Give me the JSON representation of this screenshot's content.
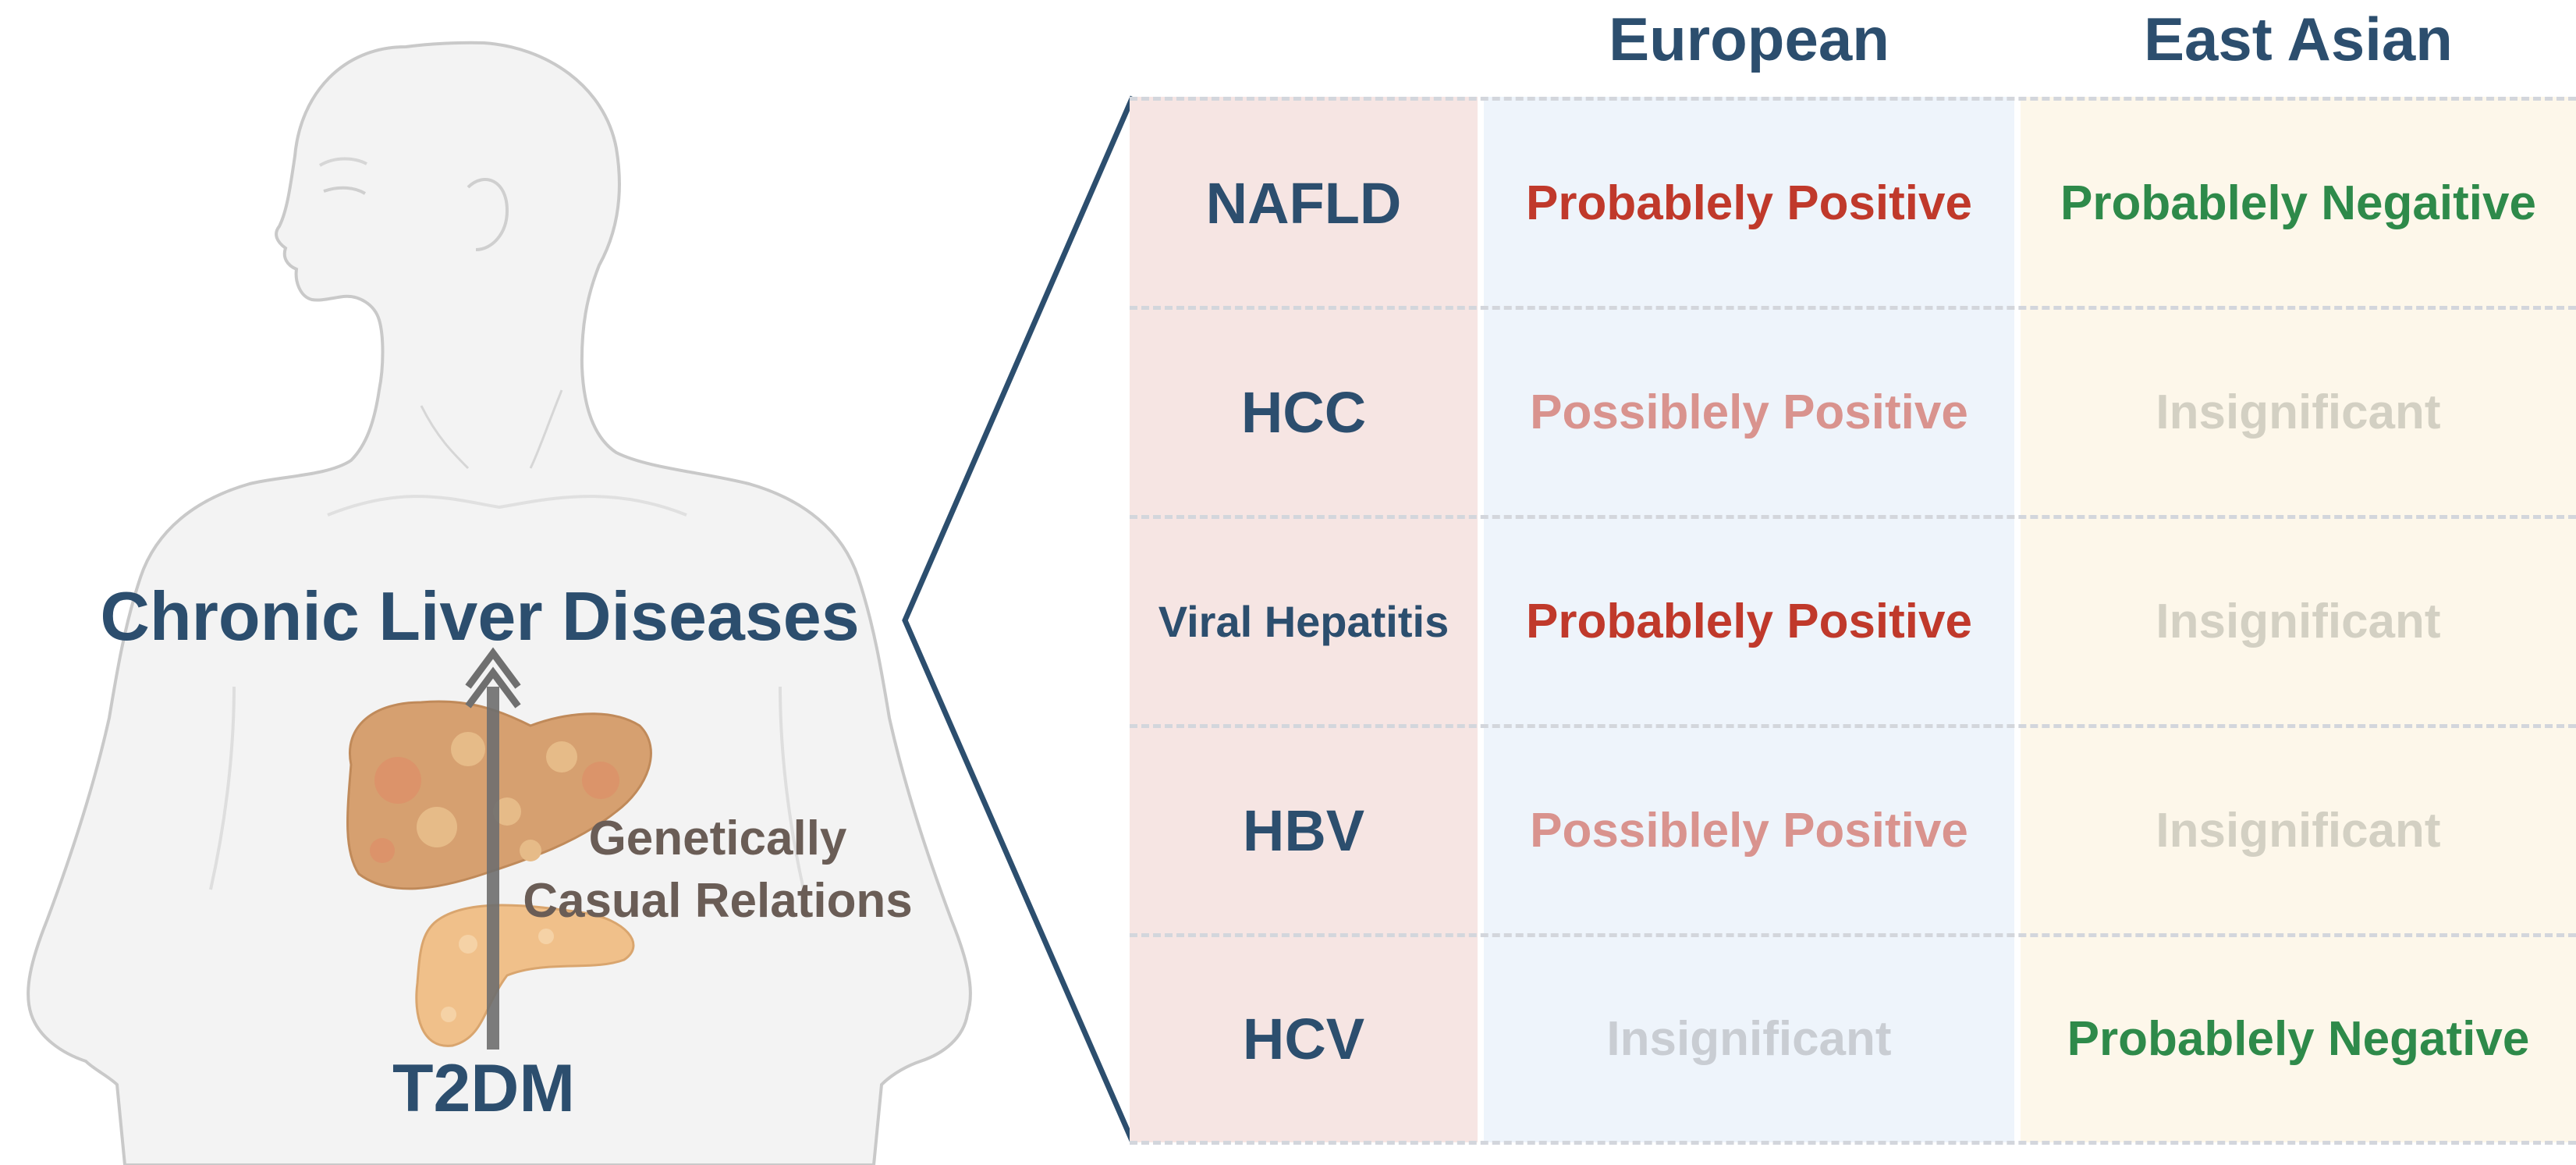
{
  "left_panel": {
    "outcome_label": "Chronic Liver Diseases",
    "exposure_label": "T2DM",
    "relation_line1": "Genetically",
    "relation_line2": "Casual Relations"
  },
  "table": {
    "headers": {
      "european": "European",
      "east_asian": "East Asian"
    },
    "rows": [
      {
        "disease": "NAFLD",
        "european": "Probablely Positive",
        "european_level": "probable-positive",
        "east_asian": "Probablely Negaitive",
        "east_asian_level": "probable-negative"
      },
      {
        "disease": "HCC",
        "european": "Possiblely Positive",
        "european_level": "possible-positive",
        "east_asian": "Insignificant",
        "east_asian_level": "insignificant"
      },
      {
        "disease": "Viral Hepatitis",
        "european": "Probablely Positive",
        "european_level": "probable-positive",
        "east_asian": "Insignificant",
        "east_asian_level": "insignificant"
      },
      {
        "disease": "HBV",
        "european": "Possiblely Positive",
        "european_level": "possible-positive",
        "east_asian": "Insignificant",
        "east_asian_level": "insignificant"
      },
      {
        "disease": "HCV",
        "european": "Insignificant",
        "european_level": "insignificant",
        "east_asian": "Probablely Negative",
        "east_asian_level": "probable-negative"
      }
    ]
  },
  "colors": {
    "probable-positive": "#c0392b",
    "possible-positive": "#d9938e",
    "probable-negative": "#2e8a4a",
    "insignificant-european": "#c9cdd3",
    "insignificant-east-asian": "#d3d0c3",
    "heading": "#2c4e6e",
    "relation-text": "#6a5d56",
    "disease-column-bg": "#f6e5e3",
    "european-column-bg": "#eef4fb",
    "east-asian-column-bg": "#fdf7ea"
  }
}
